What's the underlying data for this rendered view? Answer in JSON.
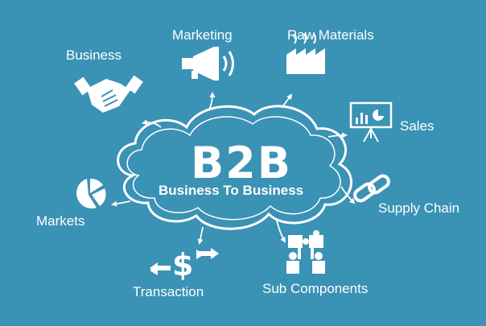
{
  "center": {
    "title": "B2B",
    "subtitle": "Business To Business"
  },
  "nodes": {
    "business": "Business",
    "marketing": "Marketing",
    "raw_materials": "Raw Materials",
    "sales": "Sales",
    "supply_chain": "Supply Chain",
    "sub_components": "Sub Components",
    "transaction": "Transaction",
    "markets": "Markets"
  },
  "icons": {
    "business": "handshake-icon",
    "marketing": "megaphone-icon",
    "raw_materials": "factory-icon",
    "sales": "presentation-chart-icon",
    "supply_chain": "chain-link-icon",
    "sub_components": "puzzle-people-icon",
    "transaction": "dollar-exchange-icon",
    "markets": "pie-chart-icon"
  },
  "colors": {
    "background": "#3a92b5",
    "foreground": "#ffffff"
  }
}
